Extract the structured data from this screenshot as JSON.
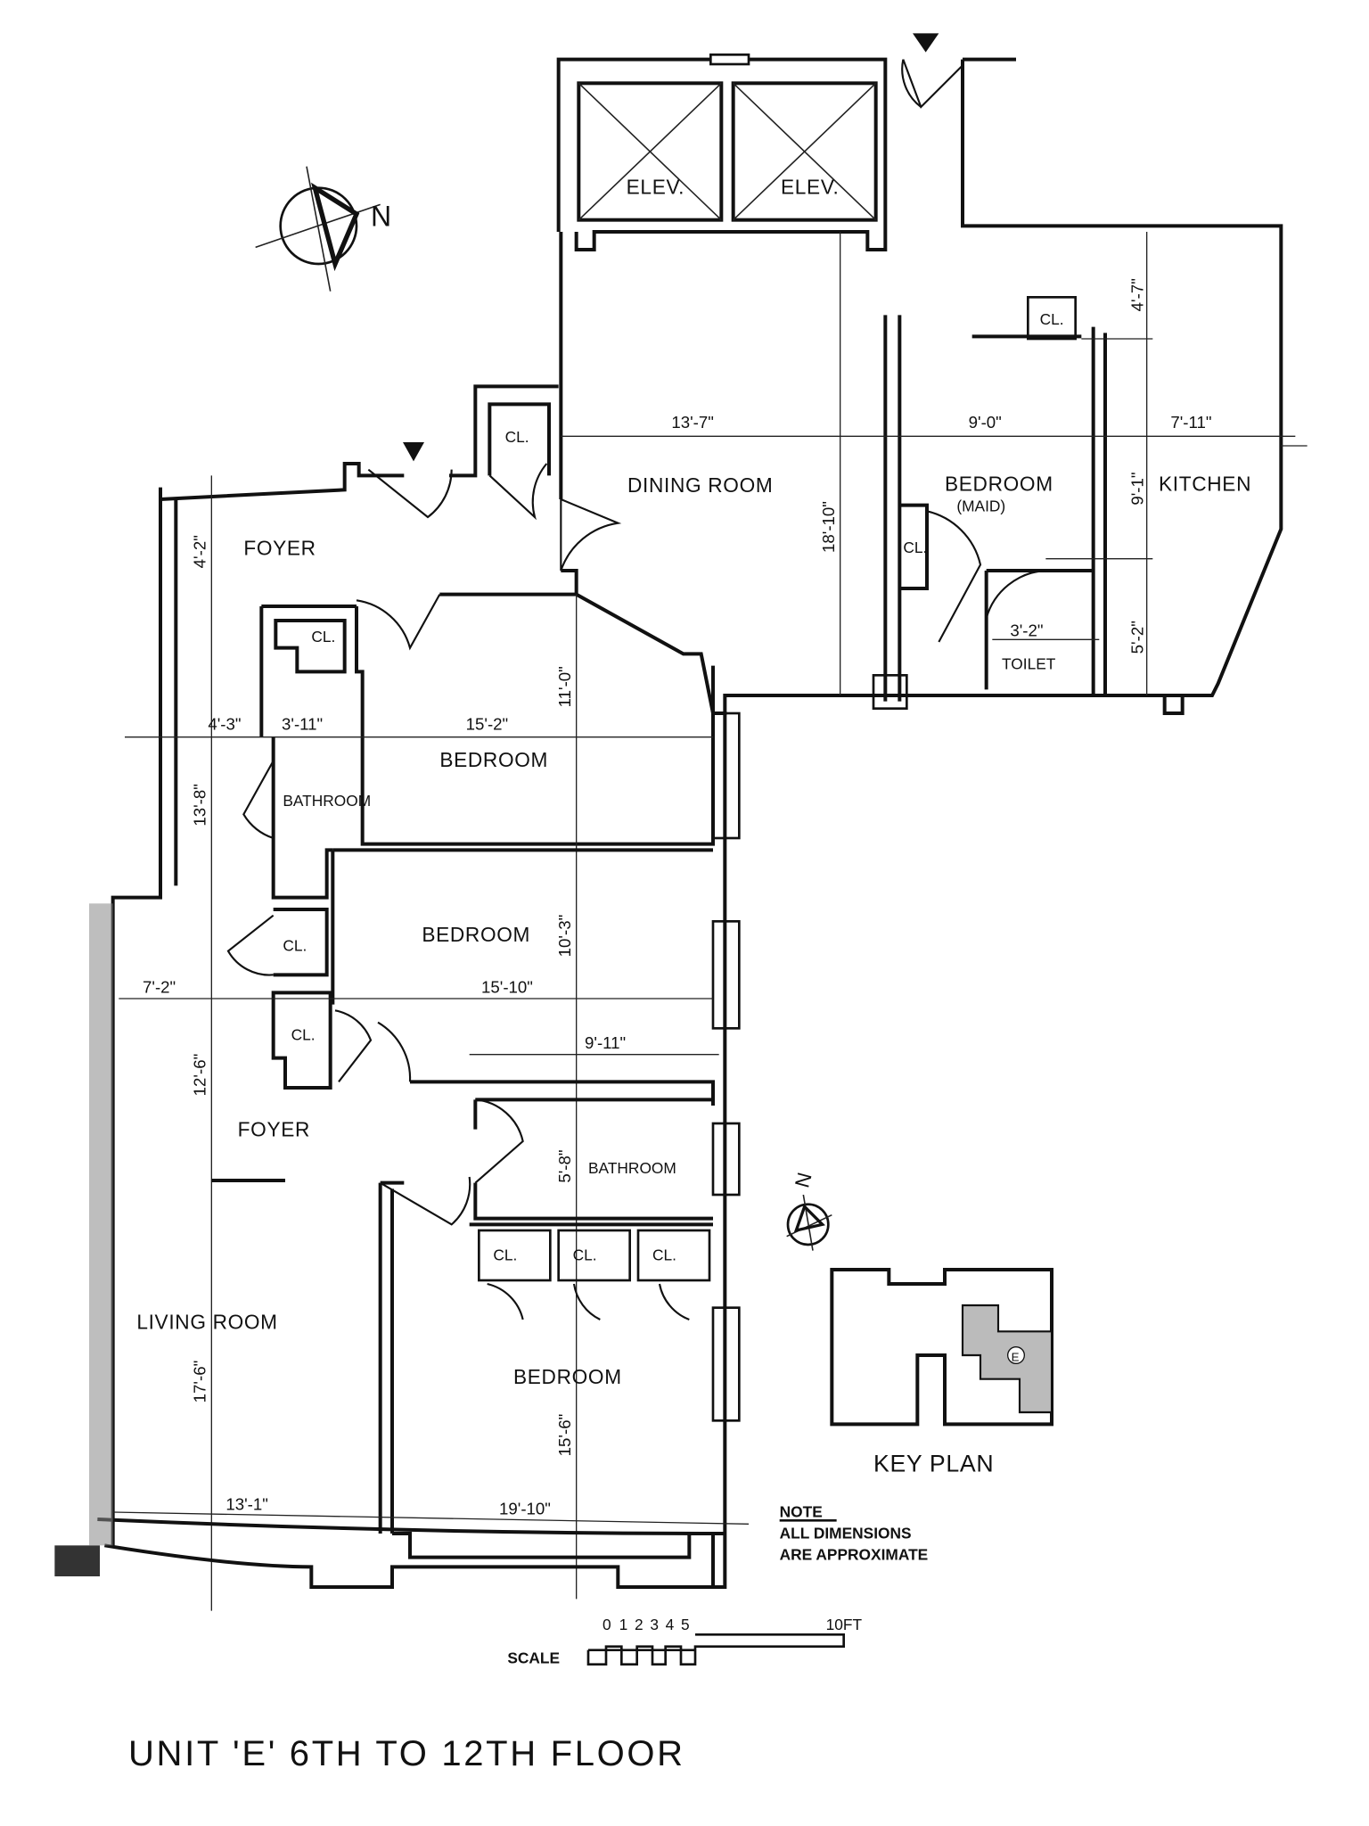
{
  "plan": {
    "title": "UNIT 'E' 6TH TO 12TH FLOOR",
    "rooms": {
      "elevator_1": "ELEV.",
      "elevator_2": "ELEV.",
      "dining_room": "DINING ROOM",
      "maid_bedroom": "BEDROOM",
      "maid_note": "(MAID)",
      "kitchen": "KITCHEN",
      "toilet": "TOILET",
      "foyer_top": "FOYER",
      "foyer_bottom": "FOYER",
      "bedroom_1": "BEDROOM",
      "bedroom_2": "BEDROOM",
      "bedroom_3": "BEDROOM",
      "bathroom_1": "BATHROOM",
      "bathroom_2": "BATHROOM",
      "living_room": "LIVING ROOM",
      "closet": "CL."
    },
    "dimensions": {
      "dining_width": "13'-7\"",
      "maid_width": "9'-0\"",
      "kitchen_width": "7'-11\"",
      "kitchen_upper": "4'-7\"",
      "kitchen_mid": "9'-1\"",
      "kitchen_lower": "5'-2\"",
      "toilet_width": "3'-2\"",
      "dining_depth": "18'-10\"",
      "bedroom1_depth": "11'-0\"",
      "foyer_depth": "4'-2\"",
      "hall_width": "4'-3\"",
      "bath1_width": "3'-11\"",
      "bedroom1_width": "15'-2\"",
      "hall_length": "13'-8\"",
      "bedroom2_depth": "10'-3\"",
      "bedroom2_width": "15'-10\"",
      "foyer2_width": "7'-2\"",
      "foyer2_depth": "12'-6\"",
      "bath2_width": "9'-11\"",
      "bath2_depth": "5'-8\"",
      "living_depth": "17'-6\"",
      "living_width": "13'-1\"",
      "bedroom3_depth": "15'-6\"",
      "bedroom3_width": "19'-10\""
    },
    "north_label": "N",
    "key_plan": {
      "label": "KEY PLAN",
      "unit_marker": "E"
    },
    "note": {
      "heading": "NOTE",
      "line1": "ALL DIMENSIONS",
      "line2": "ARE APPROXIMATE"
    },
    "scale": {
      "label": "SCALE",
      "ticks": [
        "0",
        "1",
        "2",
        "3",
        "4",
        "5"
      ],
      "end": "10FT"
    }
  },
  "colors": {
    "ink": "#111111",
    "paper": "#ffffff"
  }
}
